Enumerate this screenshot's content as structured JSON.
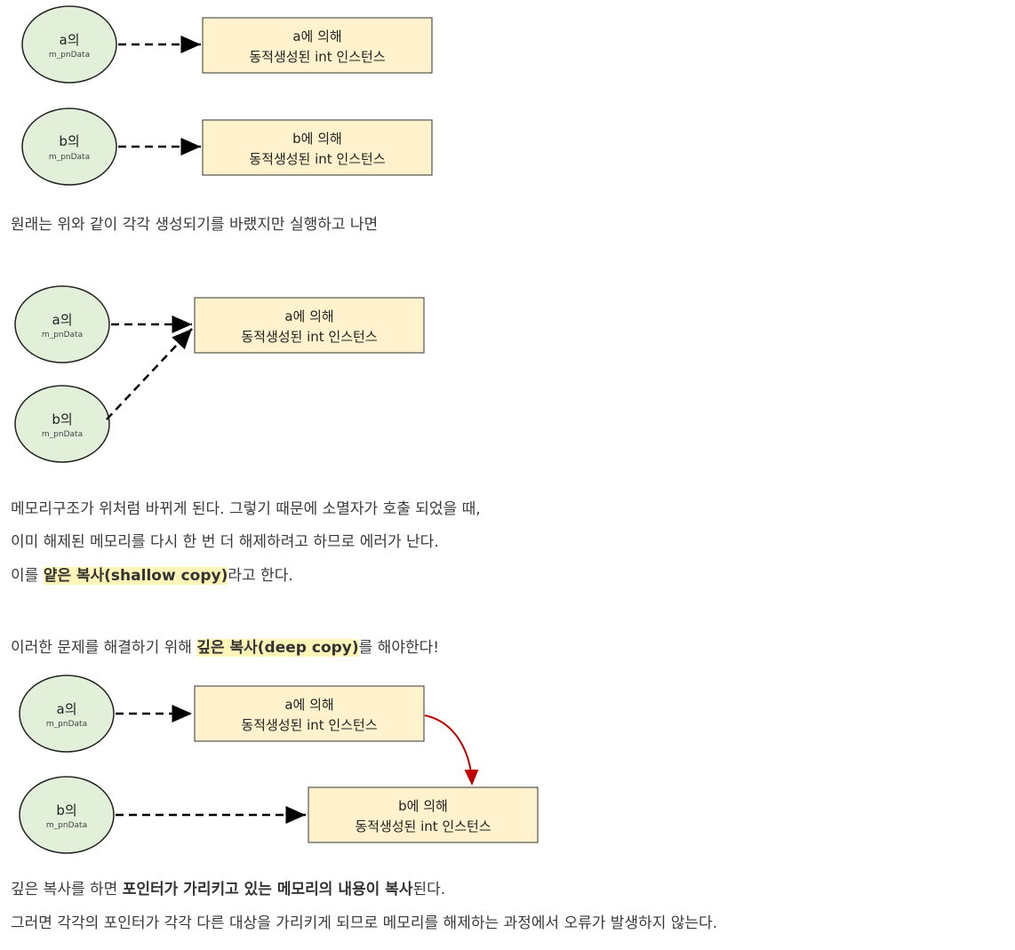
{
  "diagram1": {
    "rows": [
      {
        "circle_title": "a의",
        "circle_sub": "m_pnData",
        "box_line1": "a에 의해",
        "box_line2": "동적생성된 int 인스턴스"
      },
      {
        "circle_title": "b의",
        "circle_sub": "m_pnData",
        "box_line1": "b에 의해",
        "box_line2": "동적생성된 int 인스턴스"
      }
    ]
  },
  "para1": "원래는 위와 같이 각각 생성되기를 바랬지만 실행하고 나면",
  "diagram2": {
    "circle_a_title": "a의",
    "circle_a_sub": "m_pnData",
    "circle_b_title": "b의",
    "circle_b_sub": "m_pnData",
    "box_line1": "a에 의해",
    "box_line2": "동적생성된 int 인스턴스"
  },
  "para2": {
    "line1": "메모리구조가 위처럼 바뀌게 된다. 그렇기 때문에 소멸자가 호출 되었을 때,",
    "line2": "이미 해제된 메모리를 다시 한 번 더 해제하려고 하므로 에러가 난다.",
    "line3_pre": "이를 ",
    "line3_hl": "얕은 복사(shallow copy)",
    "line3_post": "라고 한다."
  },
  "para3": {
    "pre": "이러한 문제를 해결하기 위해 ",
    "hl": "깊은 복사(deep copy)",
    "post": "를 해야한다!"
  },
  "diagram3": {
    "circle_a_title": "a의",
    "circle_a_sub": "m_pnData",
    "circle_b_title": "b의",
    "circle_b_sub": "m_pnData",
    "box_a_line1": "a에 의해",
    "box_a_line2": "동적생성된 int 인스턴스",
    "box_b_line1": "b에 의해",
    "box_b_line2": "동적생성된 int 인스턴스",
    "copy_arrow_color": "#c00000"
  },
  "para4": {
    "line1_pre": "깊은 복사를 하면 ",
    "line1_bold": "포인터가 가리키고 있는 메모리의 내용이 복사",
    "line1_post": "된다.",
    "line2": "그러면 각각의 포인터가 각각 다른 대상을 가리키게 되므로 메모리를 해제하는 과정에서 오류가 발생하지 않는다."
  },
  "colors": {
    "circle_fill": "#e2efd9",
    "box_fill": "#fff2cc",
    "highlight": "#fff5b8"
  }
}
